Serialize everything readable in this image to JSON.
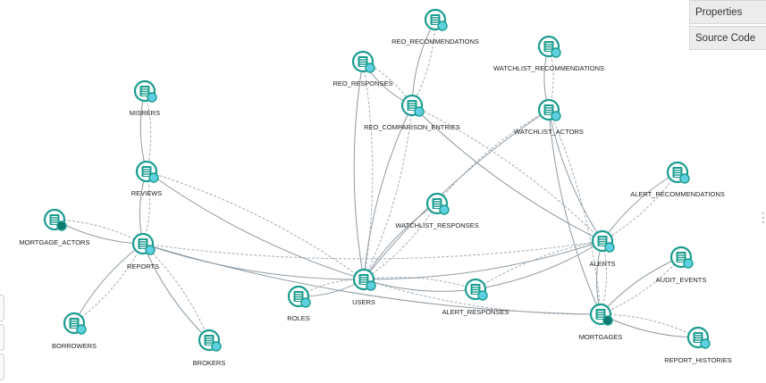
{
  "toolbar": {
    "properties_label": "Properties",
    "source_code_label": "Source Code"
  },
  "colors": {
    "node_ring": "#1a9c8f",
    "node_fill": "#ffffff",
    "badge_fill": "#5fd0e0",
    "badge_dark": "#0f7a6f",
    "edge": "#8e9aa3"
  },
  "diagram": {
    "type": "entity-relationship",
    "nodes": [
      {
        "id": "reo_recommendations",
        "label": "REO_RECOMMENDATIONS",
        "badge": "light"
      },
      {
        "id": "reo_responses",
        "label": "REO_RESPONSES",
        "badge": "light"
      },
      {
        "id": "reo_comparison_entries",
        "label": "REO_COMPARISON_ENTRIES",
        "badge": "light"
      },
      {
        "id": "watchlist_recommendations",
        "label": "WATCHLIST_RECOMMENDATIONS",
        "badge": "light"
      },
      {
        "id": "watchlist_actors",
        "label": "WATCHLIST_ACTORS",
        "badge": "light"
      },
      {
        "id": "misrers",
        "label": "MISRERS",
        "badge": "light"
      },
      {
        "id": "reviews",
        "label": "REVIEWS",
        "badge": "light"
      },
      {
        "id": "mortgage_actors",
        "label": "MORTGAGE_ACTORS",
        "badge": "dark"
      },
      {
        "id": "reports",
        "label": "REPORTS",
        "badge": "light"
      },
      {
        "id": "borrowers",
        "label": "BORROWERS",
        "badge": "light"
      },
      {
        "id": "brokers",
        "label": "BROKERS",
        "badge": "light"
      },
      {
        "id": "watchlist_responses",
        "label": "WATCHLIST_RESPONSES",
        "badge": "light"
      },
      {
        "id": "roles",
        "label": "ROLES",
        "badge": "light"
      },
      {
        "id": "users",
        "label": "USERS",
        "badge": "light"
      },
      {
        "id": "alert_responses",
        "label": "ALERT_RESPONSES",
        "badge": "light"
      },
      {
        "id": "alert_recommendations",
        "label": "ALERT_RECOMMENDATIONS",
        "badge": "light"
      },
      {
        "id": "alerts",
        "label": "ALERTS",
        "badge": "light"
      },
      {
        "id": "audit_events",
        "label": "AUDIT_EVENTS",
        "badge": "light"
      },
      {
        "id": "mortgages",
        "label": "MORTGAGES",
        "badge": "dark"
      },
      {
        "id": "report_histories",
        "label": "REPORT_HISTORIES",
        "badge": "light"
      }
    ],
    "edges": [
      {
        "from": "reo_recommendations",
        "to": "reo_comparison_entries",
        "style": "solid"
      },
      {
        "from": "reo_recommendations",
        "to": "reo_comparison_entries",
        "style": "dashed"
      },
      {
        "from": "reo_responses",
        "to": "reo_comparison_entries",
        "style": "solid"
      },
      {
        "from": "reo_responses",
        "to": "reo_comparison_entries",
        "style": "dashed"
      },
      {
        "from": "reo_responses",
        "to": "users",
        "style": "solid"
      },
      {
        "from": "reo_responses",
        "to": "users",
        "style": "dashed"
      },
      {
        "from": "reo_comparison_entries",
        "to": "users",
        "style": "solid"
      },
      {
        "from": "reo_comparison_entries",
        "to": "users",
        "style": "dashed"
      },
      {
        "from": "reo_comparison_entries",
        "to": "alerts",
        "style": "solid"
      },
      {
        "from": "reo_comparison_entries",
        "to": "alerts",
        "style": "dashed"
      },
      {
        "from": "watchlist_recommendations",
        "to": "watchlist_actors",
        "style": "solid"
      },
      {
        "from": "watchlist_recommendations",
        "to": "watchlist_actors",
        "style": "dashed"
      },
      {
        "from": "watchlist_actors",
        "to": "users",
        "style": "solid"
      },
      {
        "from": "watchlist_actors",
        "to": "watchlist_responses",
        "style": "dashed"
      },
      {
        "from": "watchlist_actors",
        "to": "alerts",
        "style": "solid"
      },
      {
        "from": "watchlist_actors",
        "to": "mortgages",
        "style": "solid"
      },
      {
        "from": "watchlist_actors",
        "to": "mortgages",
        "style": "dashed"
      },
      {
        "from": "misrers",
        "to": "reviews",
        "style": "solid"
      },
      {
        "from": "misrers",
        "to": "reviews",
        "style": "dashed"
      },
      {
        "from": "reviews",
        "to": "reports",
        "style": "solid"
      },
      {
        "from": "reviews",
        "to": "reports",
        "style": "dashed"
      },
      {
        "from": "reviews",
        "to": "users",
        "style": "solid"
      },
      {
        "from": "reviews",
        "to": "users",
        "style": "dashed"
      },
      {
        "from": "mortgage_actors",
        "to": "reports",
        "style": "solid"
      },
      {
        "from": "mortgage_actors",
        "to": "reports",
        "style": "dashed"
      },
      {
        "from": "reports",
        "to": "borrowers",
        "style": "solid"
      },
      {
        "from": "reports",
        "to": "borrowers",
        "style": "dashed"
      },
      {
        "from": "reports",
        "to": "brokers",
        "style": "solid"
      },
      {
        "from": "reports",
        "to": "brokers",
        "style": "dashed"
      },
      {
        "from": "reports",
        "to": "users",
        "style": "solid"
      },
      {
        "from": "reports",
        "to": "alerts",
        "style": "dashed"
      },
      {
        "from": "reports",
        "to": "mortgages",
        "style": "solid"
      },
      {
        "from": "watchlist_responses",
        "to": "users",
        "style": "solid"
      },
      {
        "from": "watchlist_responses",
        "to": "users",
        "style": "dashed"
      },
      {
        "from": "roles",
        "to": "users",
        "style": "solid"
      },
      {
        "from": "roles",
        "to": "users",
        "style": "dashed"
      },
      {
        "from": "users",
        "to": "alert_responses",
        "style": "solid"
      },
      {
        "from": "users",
        "to": "alert_responses",
        "style": "dashed"
      },
      {
        "from": "users",
        "to": "alerts",
        "style": "solid"
      },
      {
        "from": "users",
        "to": "mortgages",
        "style": "dashed"
      },
      {
        "from": "alert_responses",
        "to": "alerts",
        "style": "solid"
      },
      {
        "from": "alert_responses",
        "to": "alerts",
        "style": "dashed"
      },
      {
        "from": "alert_recommendations",
        "to": "alerts",
        "style": "solid"
      },
      {
        "from": "alert_recommendations",
        "to": "alerts",
        "style": "dashed"
      },
      {
        "from": "alerts",
        "to": "mortgages",
        "style": "solid"
      },
      {
        "from": "alerts",
        "to": "mortgages",
        "style": "dashed"
      },
      {
        "from": "audit_events",
        "to": "mortgages",
        "style": "solid"
      },
      {
        "from": "audit_events",
        "to": "mortgages",
        "style": "dashed"
      },
      {
        "from": "mortgages",
        "to": "report_histories",
        "style": "solid"
      },
      {
        "from": "mortgages",
        "to": "report_histories",
        "style": "dashed"
      }
    ]
  }
}
